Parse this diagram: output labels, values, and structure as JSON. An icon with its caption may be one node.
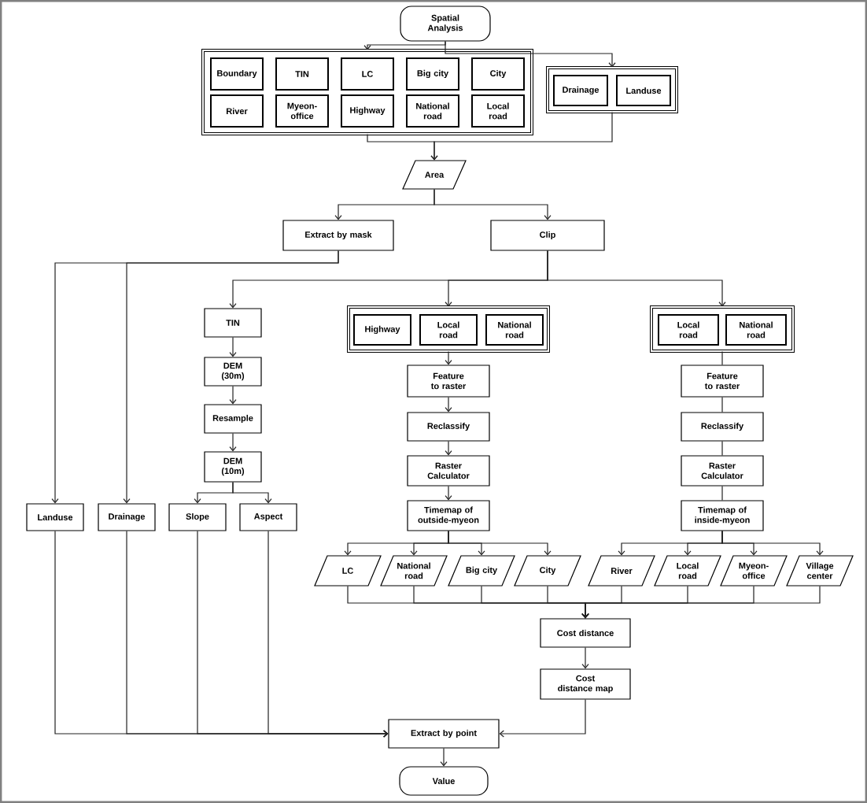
{
  "diagram": {
    "nodes": [
      {
        "text": [
          "Spatial Analysis"
        ]
      },
      {
        "text": [],
        "shape": "box"
      },
      {
        "text": [
          "Boundary"
        ],
        "in": 1
      },
      {
        "text": [
          "TIN"
        ],
        "in": 1
      },
      {
        "text": [
          "LC"
        ],
        "in": 1
      },
      {
        "text": [
          "Big city"
        ],
        "in": 1
      },
      {
        "text": [
          "City"
        ],
        "in": 1
      },
      {
        "text": [
          "River"
        ],
        "in": 1
      },
      {
        "text": [
          "Myeon-office"
        ],
        "in": 1
      },
      {
        "text": [
          "Highway"
        ],
        "in": 1
      },
      {
        "text": [
          "National road"
        ],
        "in": 1
      },
      {
        "text": [
          "Local road"
        ],
        "in": 1
      },
      {
        "text": [],
        "shape": "box"
      },
      {
        "text": [
          "Drainage"
        ],
        "in": 12
      },
      {
        "text": [
          "Landuse"
        ],
        "in": 12
      },
      {
        "text": [
          "Area"
        ]
      },
      {
        "text": [
          "Extract by mask"
        ]
      },
      {
        "text": [
          "Clip"
        ]
      },
      {
        "text": [
          "TIN"
        ]
      },
      {
        "text": [],
        "shape": "box"
      },
      {
        "text": [
          "Highway"
        ],
        "in": 19
      },
      {
        "text": [
          "Local road"
        ],
        "in": 19
      },
      {
        "text": [
          "National road"
        ],
        "in": 19
      },
      {
        "text": [],
        "shape": "box"
      },
      {
        "text": [
          "Local road"
        ],
        "in": 23
      },
      {
        "text": [
          "National road"
        ],
        "in": 23
      },
      {
        "text": [
          "DEM (30m)"
        ]
      },
      {
        "text": [
          "Feature to raster"
        ]
      },
      {
        "text": [
          "Feature to raster"
        ]
      },
      {
        "text": [
          "Resample"
        ]
      },
      {
        "text": [
          "Reclassify"
        ]
      },
      {
        "text": [
          "Reclassify"
        ]
      },
      {
        "text": [
          "DEM (10m)"
        ]
      },
      {
        "text": [
          "Raster Calculator"
        ]
      },
      {
        "text": [
          "Raster Calculator"
        ]
      },
      {
        "text": [
          "Landuse"
        ]
      },
      {
        "text": [
          "Drainage"
        ]
      },
      {
        "text": [
          "Slope"
        ]
      },
      {
        "text": [
          "Aspect"
        ]
      },
      {
        "text": [
          "Timemap of outside-myeon"
        ]
      },
      {
        "text": [
          "Timemap of inside-myeon"
        ]
      },
      {
        "text": [
          "LC"
        ]
      },
      {
        "text": [
          "National road"
        ]
      },
      {
        "text": [
          "Big city"
        ]
      },
      {
        "text": [
          "City"
        ]
      },
      {
        "text": [
          "River"
        ]
      },
      {
        "text": [
          "Local road"
        ]
      },
      {
        "text": [
          "Myeon-office"
        ]
      },
      {
        "text": [
          "Village center"
        ]
      },
      {
        "text": [
          "Cost distance"
        ]
      },
      {
        "text": [
          "Cost distance map"
        ]
      },
      {
        "text": [
          "Extract by point"
        ]
      },
      {
        "text": [
          "Value"
        ]
      }
    ],
    "edges": [
      {
        "from": 0,
        "to": 1,
        "arrow": "to"
      },
      {
        "from": 0,
        "to": 12,
        "arrow": "to"
      },
      {
        "from": 1,
        "to": 15,
        "arrow": "to"
      },
      {
        "from": 12,
        "to": 15,
        "arrow": "to"
      },
      {
        "from": 15,
        "to": 16,
        "arrow": "to"
      },
      {
        "from": 15,
        "to": 17,
        "arrow": "to"
      },
      {
        "from": 16,
        "to": 35,
        "arrow": "to"
      },
      {
        "from": 16,
        "to": 36,
        "arrow": "to"
      },
      {
        "from": 17,
        "to": 18,
        "arrow": "to"
      },
      {
        "from": 17,
        "to": 19,
        "arrow": "to"
      },
      {
        "from": 17,
        "to": 23,
        "arrow": "to"
      },
      {
        "from": 18,
        "to": 26,
        "arrow": "to"
      },
      {
        "from": 26,
        "to": 29,
        "arrow": "to"
      },
      {
        "from": 29,
        "to": 32,
        "arrow": "to"
      },
      {
        "from": 32,
        "to": 37,
        "arrow": "to"
      },
      {
        "from": 32,
        "to": 38,
        "arrow": "to"
      },
      {
        "from": 19,
        "to": 27,
        "arrow": "to"
      },
      {
        "from": 27,
        "to": 30,
        "arrow": "to"
      },
      {
        "from": 30,
        "to": 33,
        "arrow": "to"
      },
      {
        "from": 33,
        "to": 39,
        "arrow": "to"
      },
      {
        "from": 23,
        "to": 28,
        "arrow": "none"
      },
      {
        "from": 28,
        "to": 31,
        "arrow": "none"
      },
      {
        "from": 31,
        "to": 34,
        "arrow": "none"
      },
      {
        "from": 34,
        "to": 40,
        "arrow": "none"
      },
      {
        "from": 39,
        "to": 41,
        "arrow": "to"
      },
      {
        "from": 39,
        "to": 42,
        "arrow": "to"
      },
      {
        "from": 39,
        "to": 43,
        "arrow": "to"
      },
      {
        "from": 39,
        "to": 44,
        "arrow": "to"
      },
      {
        "from": 40,
        "to": 45,
        "arrow": "to"
      },
      {
        "from": 40,
        "to": 46,
        "arrow": "to"
      },
      {
        "from": 40,
        "to": 47,
        "arrow": "to"
      },
      {
        "from": 40,
        "to": 48,
        "arrow": "to"
      },
      {
        "from": 41,
        "to": 49,
        "arrow": "to"
      },
      {
        "from": 42,
        "to": 49,
        "arrow": "to"
      },
      {
        "from": 43,
        "to": 49,
        "arrow": "to"
      },
      {
        "from": 44,
        "to": 49,
        "arrow": "to"
      },
      {
        "from": 45,
        "to": 49,
        "arrow": "to"
      },
      {
        "from": 46,
        "to": 49,
        "arrow": "to"
      },
      {
        "from": 47,
        "to": 49,
        "arrow": "to"
      },
      {
        "from": 48,
        "to": 49,
        "arrow": "to"
      },
      {
        "from": 49,
        "to": 50,
        "arrow": "to"
      },
      {
        "from": 50,
        "to": 51,
        "arrow": "to"
      },
      {
        "from": 35,
        "to": 51,
        "arrow": "to"
      },
      {
        "from": 36,
        "to": 51,
        "arrow": "to"
      },
      {
        "from": 37,
        "to": 51,
        "arrow": "to"
      },
      {
        "from": 38,
        "to": 51,
        "arrow": "to"
      },
      {
        "from": 51,
        "to": 52,
        "arrow": "to"
      }
    ]
  }
}
